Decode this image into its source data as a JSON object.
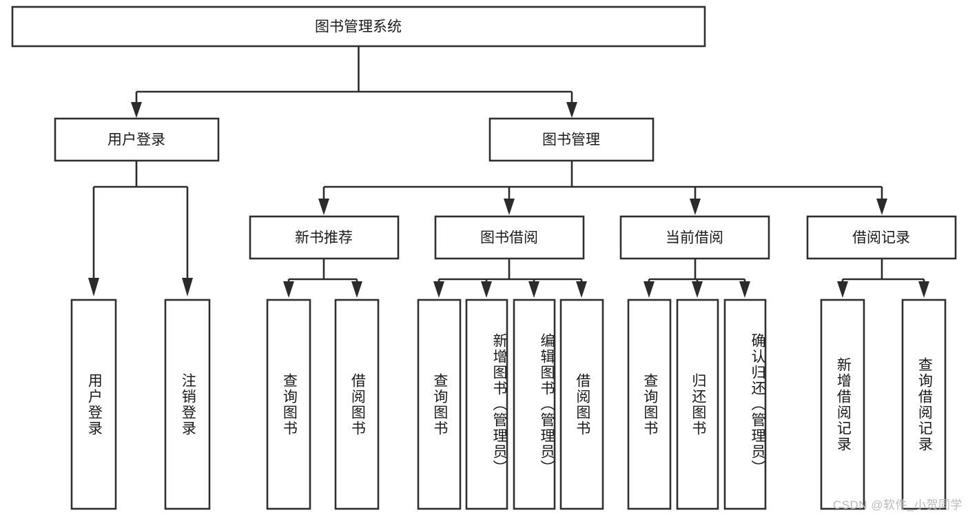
{
  "diagram": {
    "title": "图书管理系统",
    "type": "tree-hierarchy-diagram",
    "watermark": "CSDN @软件_小贺同学",
    "colors": {
      "box_stroke": "#2f2f2f",
      "box_fill": "#ffffff",
      "connector": "#2b2b2b",
      "text": "#1a1a1a",
      "watermark": "#b9b9b9",
      "background": "#ffffff"
    },
    "root": {
      "id": "root",
      "label": "图书管理系统"
    },
    "level2": [
      {
        "id": "user-login",
        "label": "用户登录"
      },
      {
        "id": "book-management",
        "label": "图书管理"
      }
    ],
    "level3": [
      {
        "id": "new-book-recommend",
        "label": "新书推荐",
        "parent": "book-management"
      },
      {
        "id": "book-borrow",
        "label": "图书借阅",
        "parent": "book-management"
      },
      {
        "id": "current-borrow",
        "label": "当前借阅",
        "parent": "book-management"
      },
      {
        "id": "borrow-record",
        "label": "借阅记录",
        "parent": "book-management"
      }
    ],
    "leaves": [
      {
        "id": "leaf-user-login",
        "label": "用户登录",
        "parent": "user-login"
      },
      {
        "id": "leaf-logout-login",
        "label": "注销登录",
        "parent": "user-login"
      },
      {
        "id": "leaf-query-book-1",
        "label": "查询图书",
        "parent": "new-book-recommend"
      },
      {
        "id": "leaf-borrow-book-1",
        "label": "借阅图书",
        "parent": "new-book-recommend"
      },
      {
        "id": "leaf-query-book-2",
        "label": "查询图书",
        "parent": "book-borrow"
      },
      {
        "id": "leaf-add-book",
        "label": "新增图书（管理员）",
        "parent": "book-borrow"
      },
      {
        "id": "leaf-edit-book",
        "label": "编辑图书（管理员）",
        "parent": "book-borrow"
      },
      {
        "id": "leaf-borrow-book-2",
        "label": "借阅图书",
        "parent": "book-borrow"
      },
      {
        "id": "leaf-query-book-3",
        "label": "查询图书",
        "parent": "current-borrow"
      },
      {
        "id": "leaf-return-book",
        "label": "归还图书",
        "parent": "current-borrow"
      },
      {
        "id": "leaf-confirm-return",
        "label": "确认归还（管理员）",
        "parent": "current-borrow"
      },
      {
        "id": "leaf-add-record",
        "label": "新增借阅记录",
        "parent": "borrow-record"
      },
      {
        "id": "leaf-query-record",
        "label": "查询借阅记录",
        "parent": "borrow-record"
      }
    ]
  }
}
